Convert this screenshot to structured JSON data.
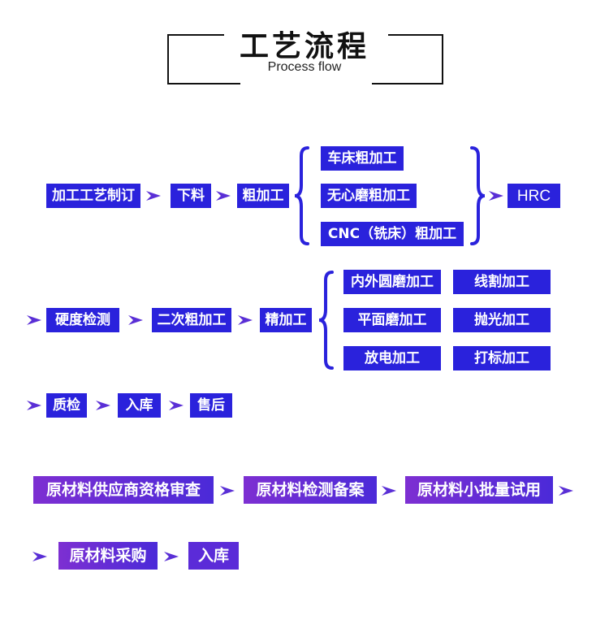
{
  "header": {
    "title_cn": "工艺流程",
    "title_en": "Process flow"
  },
  "row1": {
    "steps": [
      "加工工艺制订",
      "下料",
      "粗加工"
    ],
    "branches": [
      "车床粗加工",
      "无心磨粗加工",
      "CNC（铣床）粗加工"
    ],
    "result": "HRC"
  },
  "row2": {
    "steps": [
      "硬度检测",
      "二次粗加工",
      "精加工"
    ],
    "branches": [
      "内外圆磨加工",
      "线割加工",
      "平面磨加工",
      "抛光加工",
      "放电加工",
      "打标加工"
    ]
  },
  "row3": {
    "steps": [
      "质检",
      "入库",
      "售后"
    ]
  },
  "row4": {
    "steps": [
      "原材料供应商资格审查",
      "原材料检测备案",
      "原材料小批量试用"
    ]
  },
  "row5": {
    "steps": [
      "原材料采购",
      "入库"
    ]
  },
  "colors": {
    "box_blue": "#2a22dc",
    "arrow_purple": "#5a2fd6",
    "gradient_start": "#7d2fd2",
    "gradient_end": "#4b2ad8"
  }
}
